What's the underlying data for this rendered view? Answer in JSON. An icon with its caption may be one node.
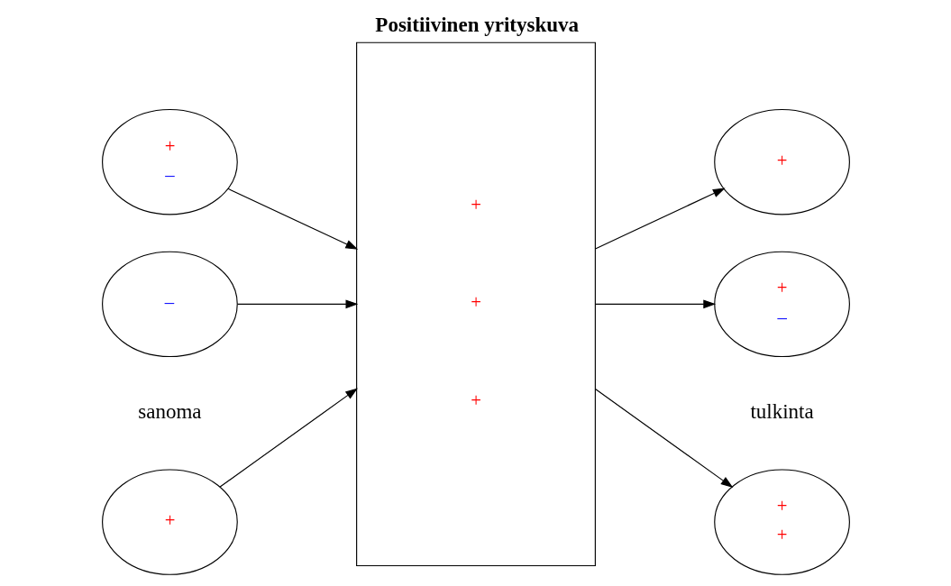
{
  "diagram": {
    "title": "Positiivinen yrityskuva",
    "nodes": [
      {
        "text": [
          "+"
        ]
      },
      {
        "text": [
          "+",
          "–"
        ]
      },
      {
        "text": [
          "–"
        ]
      },
      {
        "text": [
          "+",
          "+",
          "+"
        ]
      },
      {
        "text": [
          "+",
          "+"
        ]
      },
      {
        "text": [
          "+"
        ]
      },
      {
        "text": [
          "+",
          "–"
        ]
      }
    ],
    "edges": [
      {
        "from": 0,
        "to": 3,
        "arrow": "to"
      },
      {
        "from": 1,
        "to": 3,
        "arrow": "to"
      },
      {
        "from": 2,
        "to": 3,
        "arrow": "to"
      },
      {
        "from": 3,
        "to": 4,
        "arrow": "to"
      },
      {
        "from": 3,
        "to": 5,
        "arrow": "to"
      },
      {
        "from": 3,
        "to": 6,
        "arrow": "to"
      }
    ],
    "labels": [
      "sanoma",
      "tulkinta"
    ]
  }
}
